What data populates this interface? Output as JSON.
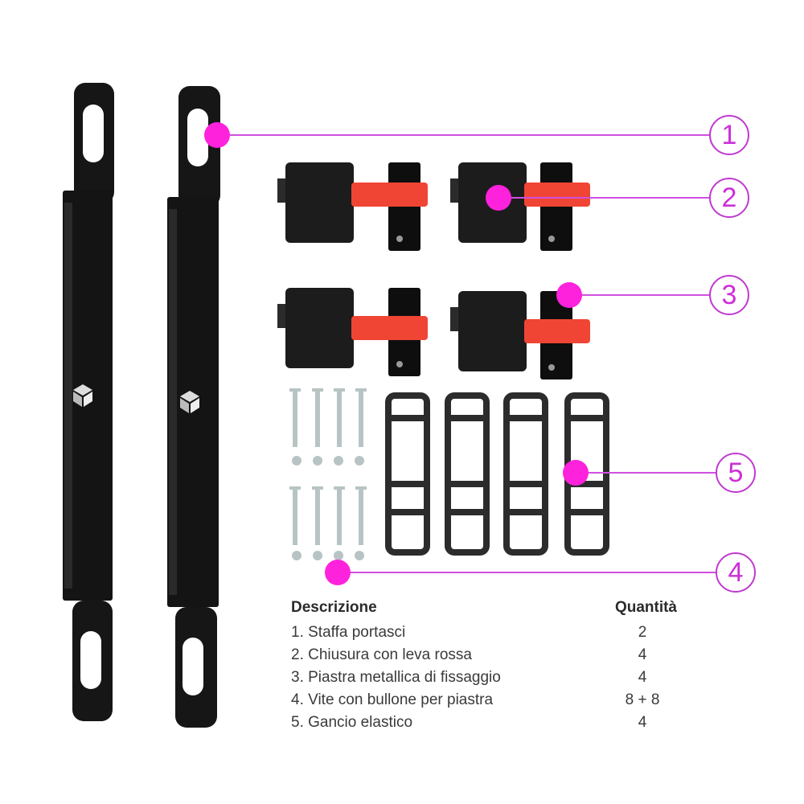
{
  "colors": {
    "accent": "#ff22dd",
    "callout_line": "#d050e0",
    "part_black": "#151515",
    "lever_red": "#f04535",
    "text": "#3a3a3a"
  },
  "callouts": [
    {
      "number": "1",
      "part": "Staffa portasci"
    },
    {
      "number": "2",
      "part": "Chiusura con leva rossa"
    },
    {
      "number": "3",
      "part": "Piastra metallica di fissaggio"
    },
    {
      "number": "5",
      "part": "Gancio elastico"
    },
    {
      "number": "4",
      "part": "Vite con bullone per piastra"
    }
  ],
  "legend": {
    "header_description": "Descrizione",
    "header_quantity": "Quantità",
    "rows": [
      {
        "description": "1. Staffa portasci",
        "quantity": "2"
      },
      {
        "description": "2. Chiusura con leva rossa",
        "quantity": "4"
      },
      {
        "description": "3. Piastra metallica di fissaggio",
        "quantity": "4"
      },
      {
        "description": "4. Vite con bullone per piastra",
        "quantity": "8 + 8"
      },
      {
        "description": "5. Gancio elastico",
        "quantity": "4"
      }
    ]
  }
}
